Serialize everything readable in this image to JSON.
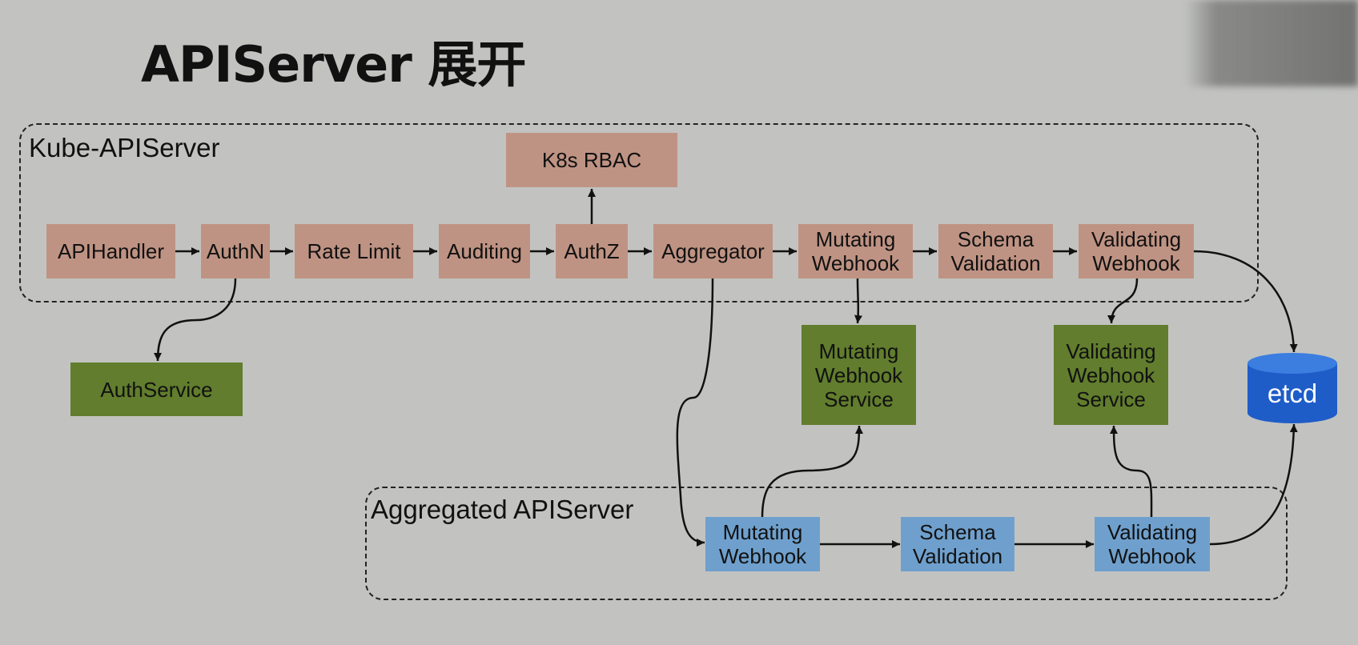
{
  "title": "APIServer 展开",
  "regions": {
    "kube": "Kube-APIServer",
    "aggregated": "Aggregated APIServer"
  },
  "kube_chain": {
    "apihandler": "APIHandler",
    "authn": "AuthN",
    "rate_limit": "Rate Limit",
    "auditing": "Auditing",
    "authz": "AuthZ",
    "aggregator": "Aggregator",
    "mutating_l1": "Mutating",
    "mutating_l2": "Webhook",
    "schema_l1": "Schema",
    "schema_l2": "Validation",
    "validating_l1": "Validating",
    "validating_l2": "Webhook"
  },
  "k8s_rbac": "K8s RBAC",
  "services": {
    "auth": "AuthService",
    "mutating_l1": "Mutating",
    "mutating_l2": "Webhook",
    "mutating_l3": "Service",
    "validating_l1": "Validating",
    "validating_l2": "Webhook",
    "validating_l3": "Service"
  },
  "etcd": "etcd",
  "aggregated_chain": {
    "mutating_l1": "Mutating",
    "mutating_l2": "Webhook",
    "schema_l1": "Schema",
    "schema_l2": "Validation",
    "validating_l1": "Validating",
    "validating_l2": "Webhook"
  },
  "colors": {
    "background": "#c2c3c0",
    "core_step": "#bf9383",
    "service": "#617d2d",
    "aggregated_step": "#6fa0cd",
    "etcd": "#1e5cc8"
  }
}
